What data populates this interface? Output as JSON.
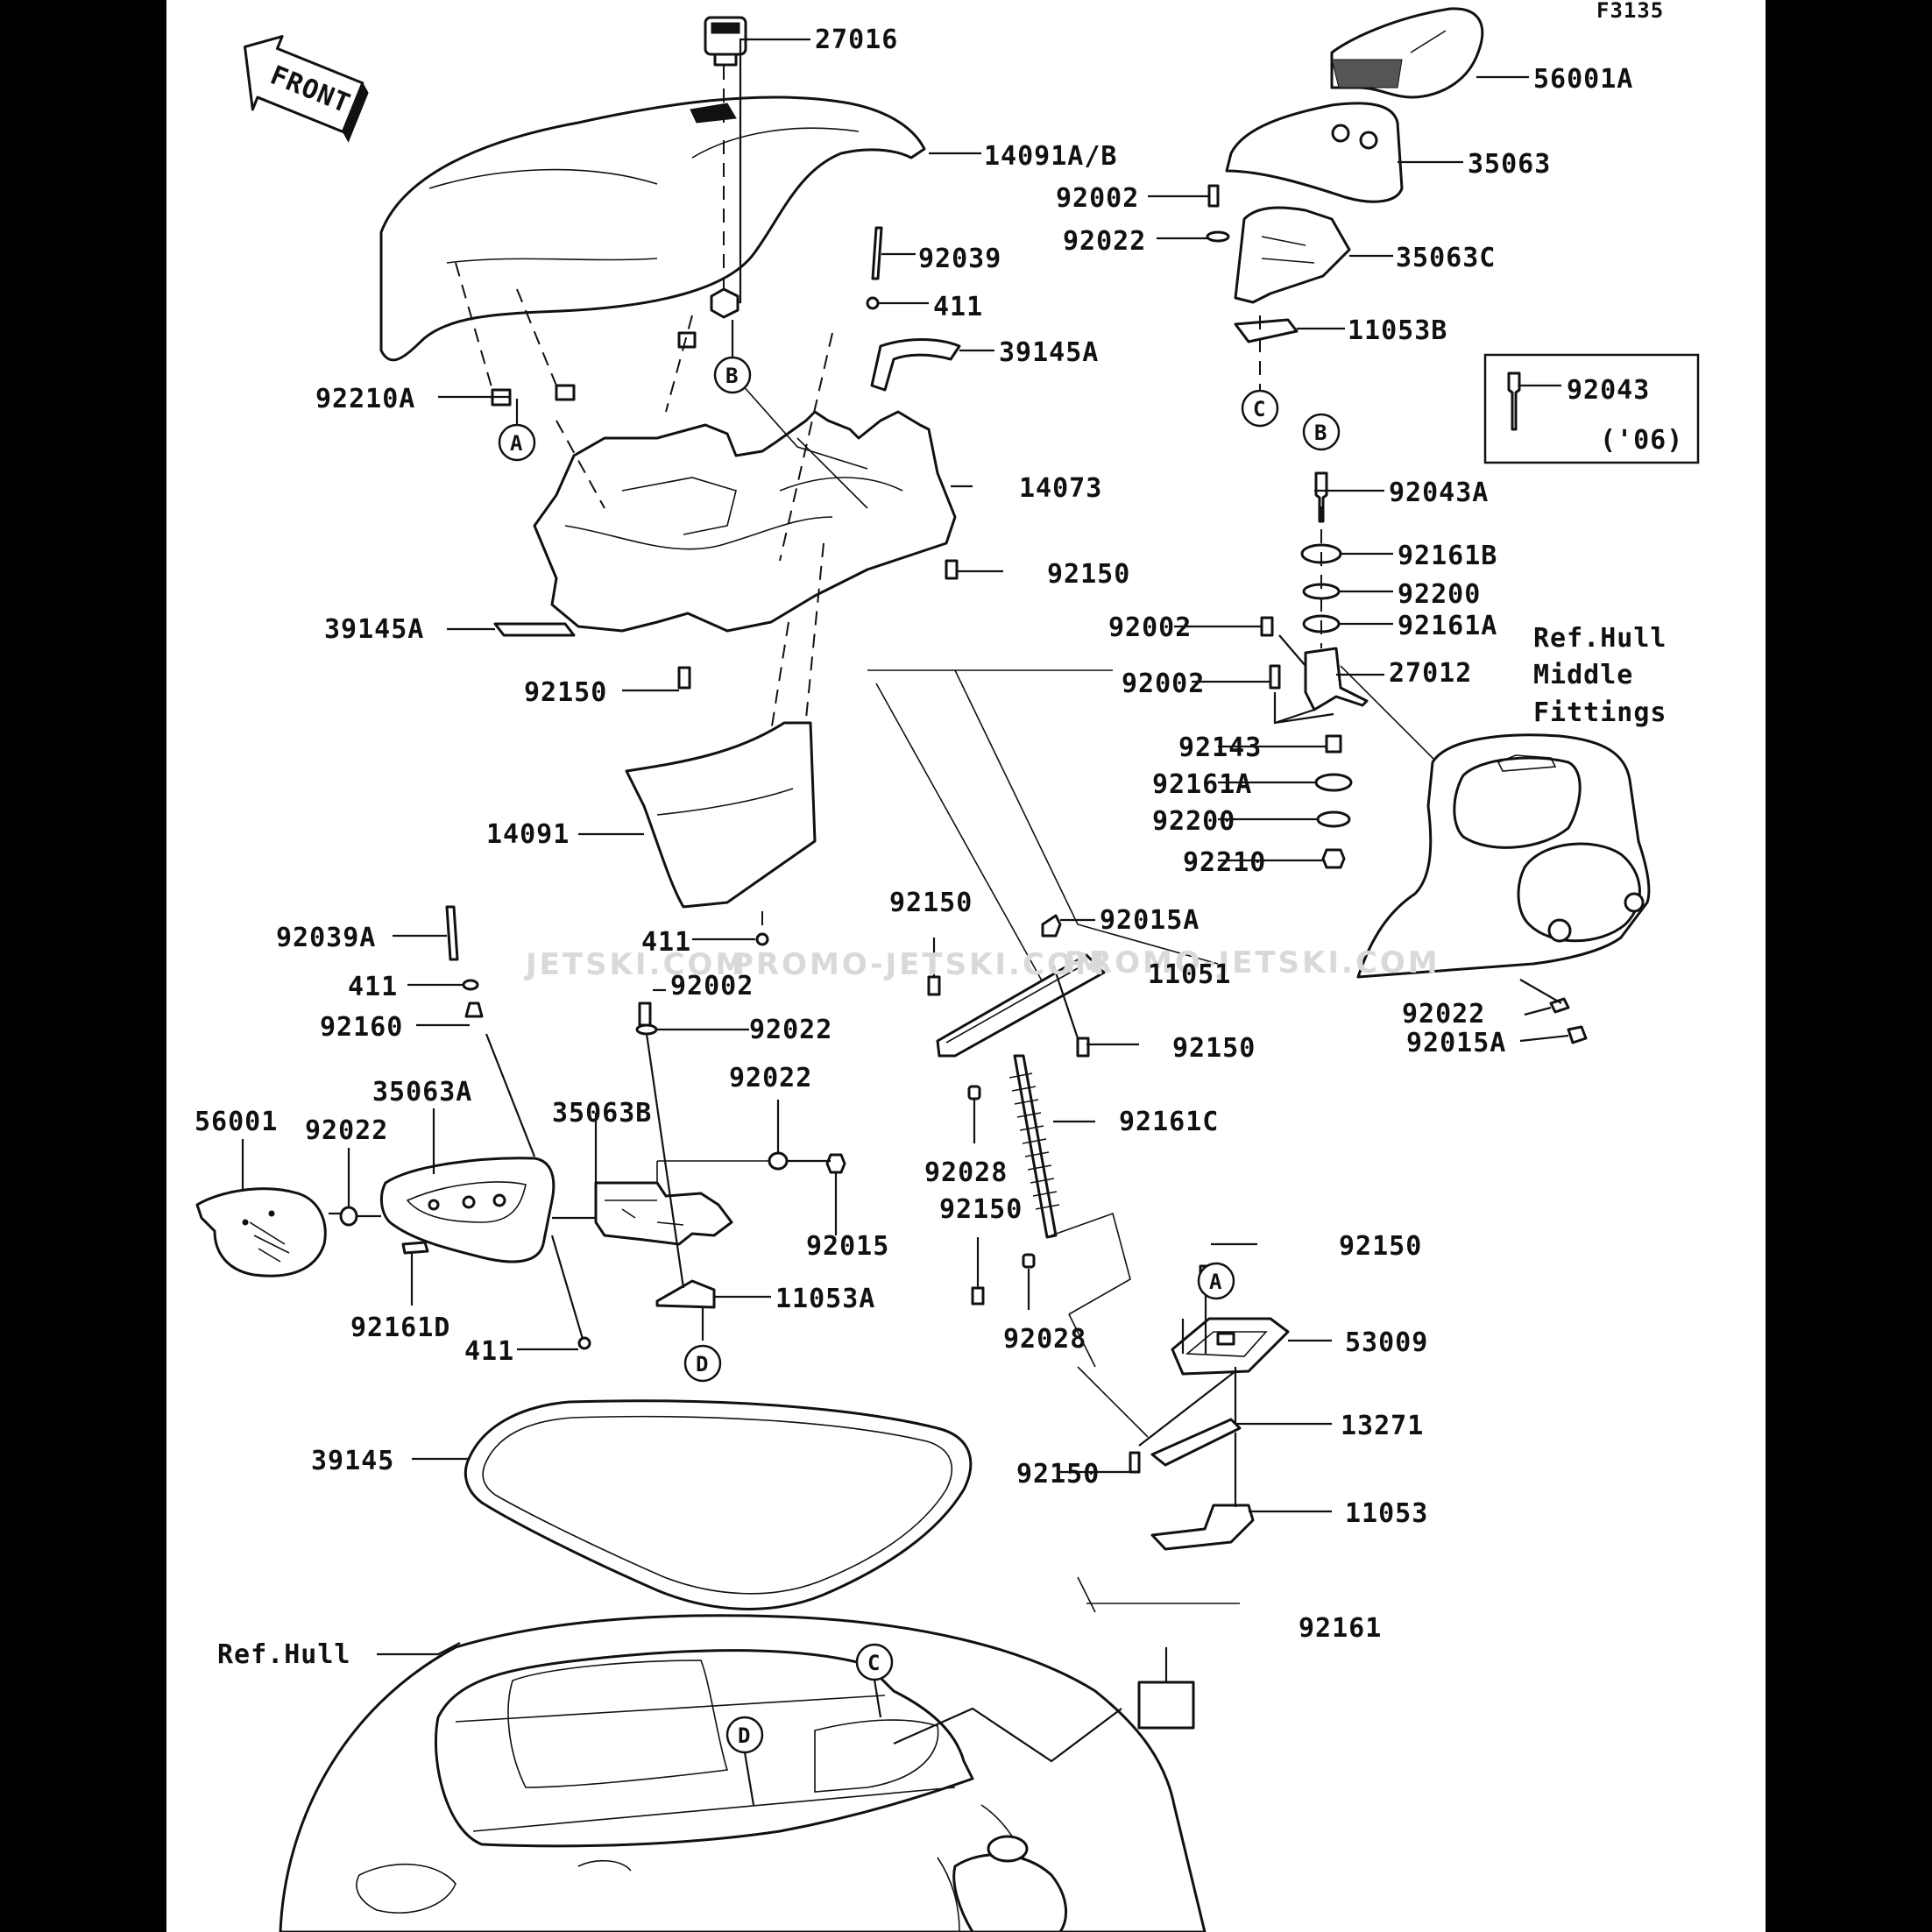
{
  "figure_code": "F3135",
  "front_label": "FRONT",
  "watermark": [
    "JETSKI.COM",
    "PROMO-JETSKI.COM",
    "PROMO-JETSKI.COM"
  ],
  "refs": {
    "A": "A",
    "B": "B",
    "C": "C",
    "D": "D",
    "hull_middle_line1": "Ref.Hull",
    "hull_middle_line2": "Middle",
    "hull_middle_line3": "Fittings",
    "hull": "Ref.Hull"
  },
  "inset": {
    "part": "92043",
    "note": "('06)"
  },
  "labels": {
    "p27016": "27016",
    "p56001A": "56001A",
    "p14091AB": "14091A/B",
    "p35063": "35063",
    "p92002_a": "92002",
    "p92022_a": "92022",
    "p35063C": "35063C",
    "p92039": "92039",
    "p411_a": "411",
    "p11053B": "11053B",
    "p39145A_a": "39145A",
    "p92210A": "92210A",
    "p92043A": "92043A",
    "p14073": "14073",
    "p92161B": "92161B",
    "p92150_a": "92150",
    "p92200_a": "92200",
    "p92161A_a": "92161A",
    "p39145A_b": "39145A",
    "p92002_b": "92002",
    "p27012": "27012",
    "p92150_b": "92150",
    "p92002_c": "92002",
    "p92143": "92143",
    "p92161A_b": "92161A",
    "p14091": "14091",
    "p92200_b": "92200",
    "p92210": "92210",
    "p92150_c": "92150",
    "p92015A_a": "92015A",
    "p411_b": "411",
    "p92039A": "92039A",
    "p11051": "11051",
    "p411_c": "411",
    "p92002_d": "92002",
    "p92022_b": "92022",
    "p92015A_b": "92015A",
    "p92160": "92160",
    "p92022_c": "92022",
    "p92150_d": "92150",
    "p35063A": "35063A",
    "p92022_d": "92022",
    "p92161C": "92161C",
    "p56001": "56001",
    "p92022_e": "92022",
    "p35063B": "35063B",
    "p92028_a": "92028",
    "p92015": "92015",
    "p92150_e": "92150",
    "p92150_f": "92150",
    "p11053A": "11053A",
    "p53009": "53009",
    "p92161D": "92161D",
    "p92028_b": "92028",
    "p411_d": "411",
    "p13271": "13271",
    "p39145": "39145",
    "p92150_g": "92150",
    "p11053": "11053",
    "p92161": "92161"
  }
}
